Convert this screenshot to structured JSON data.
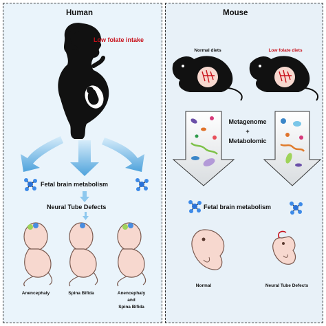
{
  "human": {
    "title": "Human",
    "low_folate": "Low folate intake",
    "fetal_brain": "Fetal brain metabolism",
    "ntd": "Neural Tube Defects",
    "labels": [
      "Anencephaly",
      "Spina Bifida",
      "Anencephaly",
      "and",
      "Spina Bifida"
    ]
  },
  "mouse": {
    "title": "Mouse",
    "normal_diets": "Normal diets",
    "low_folate_diets": "Low folate diets",
    "metagenome": "Metagenome",
    "plus": "+",
    "metabolomic": "Metabolomic",
    "fetal_brain": "Fetal brain metabolism",
    "normal": "Normal",
    "ntd": "Neural Tube Defects"
  },
  "colors": {
    "accent_red": "#c8101a",
    "arrow_blue": "#6fb6e6",
    "skin": "#f7d8cf"
  }
}
